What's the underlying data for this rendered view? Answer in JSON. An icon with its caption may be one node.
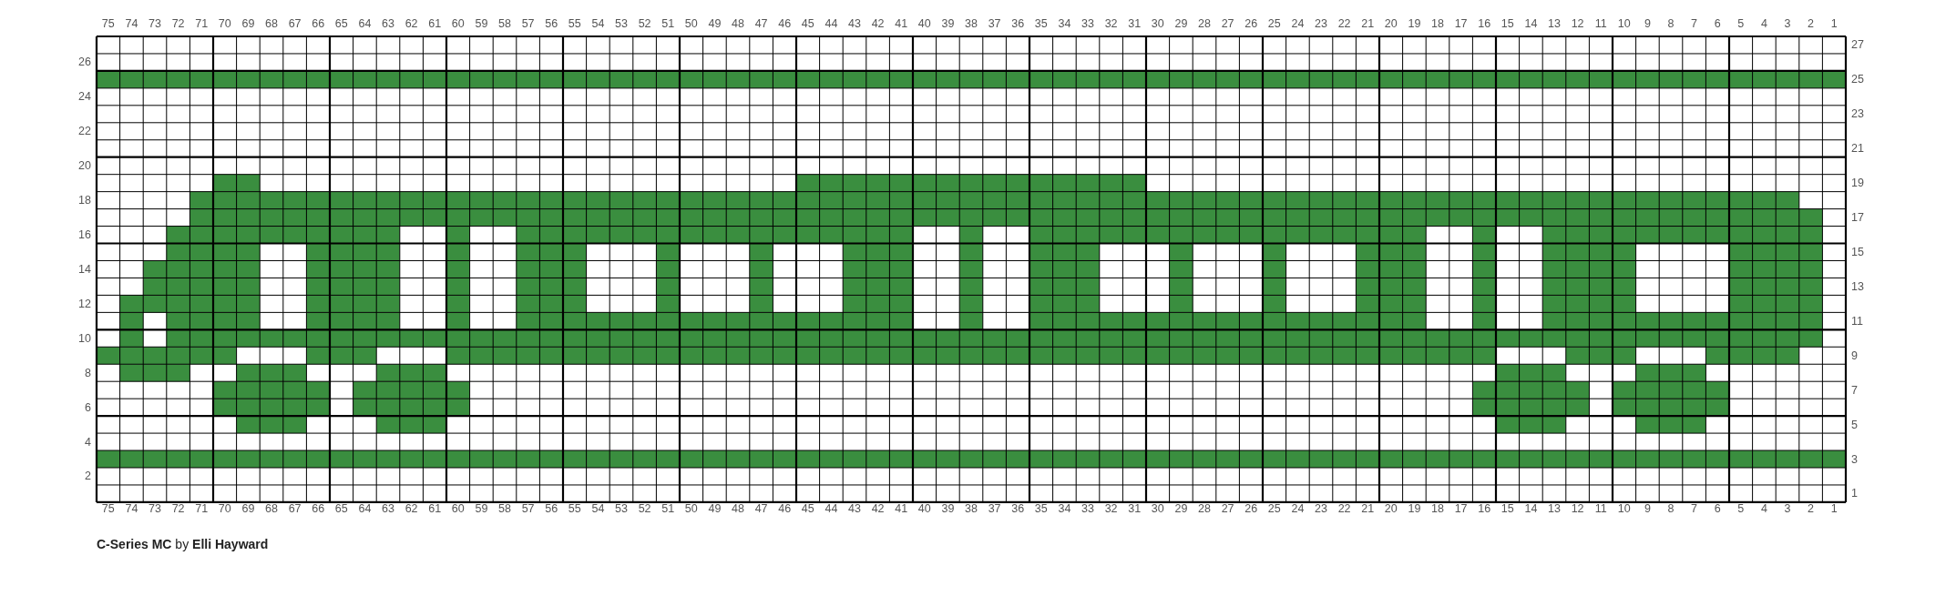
{
  "diagram": {
    "title": "**C-Series MC** by **Elli Hayward**",
    "labels": [
      "75",
      "74",
      "73",
      "72",
      "71",
      "70",
      "69",
      "68",
      "67",
      "66",
      "65",
      "64",
      "63",
      "62",
      "61",
      "60",
      "59",
      "58",
      "57",
      "56",
      "55",
      "54",
      "53",
      "52",
      "51",
      "50",
      "49",
      "48",
      "47",
      "46",
      "45",
      "44",
      "43",
      "42",
      "41",
      "40",
      "39",
      "38",
      "37",
      "36",
      "35",
      "34",
      "33",
      "32",
      "31",
      "30",
      "29",
      "28",
      "27",
      "26",
      "25",
      "24",
      "23",
      "22",
      "21",
      "20",
      "19",
      "18",
      "17",
      "16",
      "15",
      "14",
      "13",
      "12",
      "11",
      "10",
      "9",
      "8",
      "7",
      "6",
      "5",
      "4",
      "3",
      "2",
      "1",
      "27",
      "26",
      "25",
      "24",
      "23",
      "22",
      "21",
      "20",
      "19",
      "18",
      "17",
      "16",
      "15",
      "14",
      "13",
      "12",
      "11",
      "10",
      "9",
      "8",
      "7",
      "6",
      "5",
      "4",
      "3",
      "2",
      "1",
      "75",
      "74",
      "73",
      "72",
      "71",
      "70",
      "69",
      "68",
      "67",
      "66",
      "65",
      "64",
      "63",
      "62",
      "61",
      "60",
      "59",
      "58",
      "57",
      "56",
      "55",
      "54",
      "53",
      "52",
      "51",
      "50",
      "49",
      "48",
      "47",
      "46",
      "45",
      "44",
      "43",
      "42",
      "41",
      "40",
      "39",
      "38",
      "37",
      "36",
      "35",
      "34",
      "33",
      "32",
      "31",
      "30",
      "29",
      "28",
      "27",
      "26",
      "25",
      "24",
      "23",
      "22",
      "21",
      "20",
      "19",
      "18",
      "17",
      "16",
      "15",
      "14",
      "13",
      "12",
      "11",
      "10",
      "9",
      "8",
      "7",
      "6",
      "5",
      "4",
      "3",
      "2",
      "1"
    ]
  }
}
